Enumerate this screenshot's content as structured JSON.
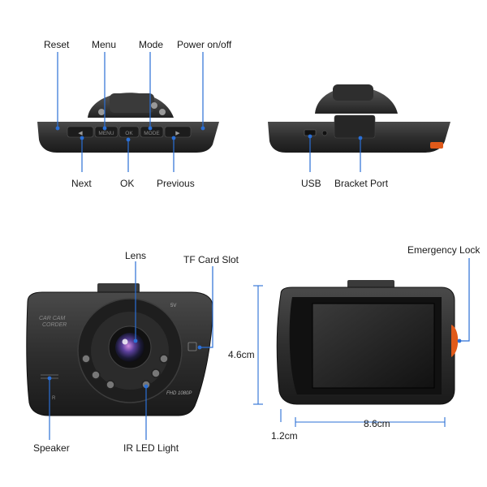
{
  "top_front": {
    "labels": [
      "Reset",
      "Menu",
      "Mode",
      "Power on/off",
      "Next",
      "OK",
      "Previous"
    ],
    "button_glyphs": {
      "menu": "MENU",
      "ok": "OK",
      "mode": "MODE"
    }
  },
  "top_back": {
    "labels": [
      "USB",
      "Bracket Port"
    ]
  },
  "front_view": {
    "labels": [
      "Lens",
      "TF Card Slot",
      "Speaker",
      "IR LED Light"
    ],
    "body_text": {
      "line1": "CAR CAM",
      "line2": "CORDER",
      "resolution": "FHD 1080P",
      "power_mark": "5V",
      "speaker_mark": "R"
    }
  },
  "back_view": {
    "labels": [
      "Emergency Lock"
    ],
    "dimensions": {
      "height": "4.6cm",
      "width": "8.6cm",
      "depth": "1.2cm"
    }
  },
  "colors": {
    "callout": "#2a6fd6",
    "body_dark": "#2b2b2b",
    "body_mid": "#3a3a3a",
    "accent_orange": "#e05a1a"
  }
}
